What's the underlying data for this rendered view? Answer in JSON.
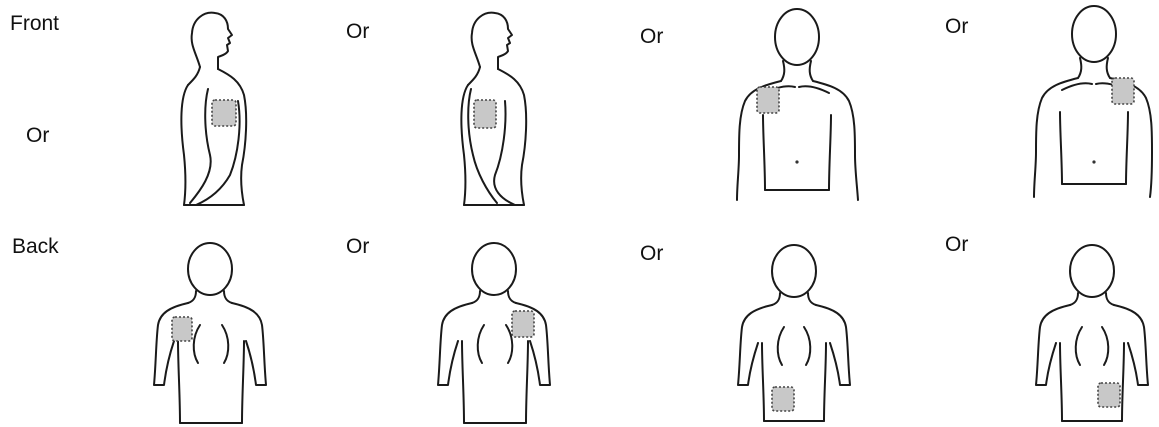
{
  "labels": {
    "front": "Front",
    "back": "Back",
    "or": "Or"
  },
  "figures": {
    "front_row": [
      {
        "view": "side-view-facing-right",
        "patch_site": "upper-arm"
      },
      {
        "view": "side-view-facing-right",
        "patch_site": "upper-arm"
      },
      {
        "view": "front-view",
        "patch_site": "upper-chest-right"
      },
      {
        "view": "front-view",
        "patch_site": "upper-chest-left"
      }
    ],
    "back_row": [
      {
        "view": "back-view",
        "patch_site": "upper-back-left"
      },
      {
        "view": "back-view",
        "patch_site": "upper-back-right"
      },
      {
        "view": "back-view",
        "patch_site": "lower-back"
      },
      {
        "view": "back-view",
        "patch_site": "lower-back"
      }
    ]
  },
  "colors": {
    "outline": "#1a1a1a",
    "patch_fill": "#c8c8c8"
  }
}
